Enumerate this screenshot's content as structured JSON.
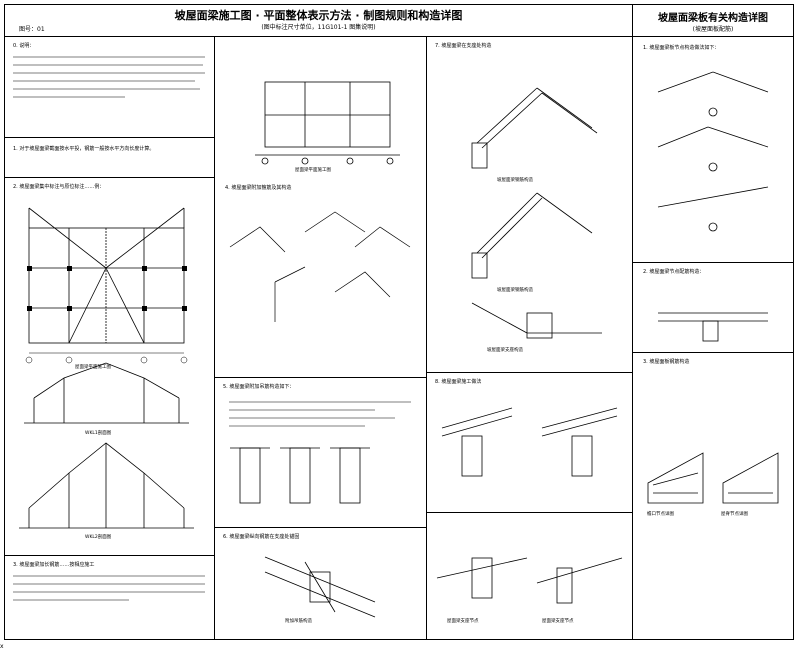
{
  "header": {
    "title": "坡屋面梁施工图 · 平面整体表示方法 · 制图规则和构造详图",
    "subtitle": "(图中标注尺寸单位，11G101-1 图集说明)",
    "sheet_no": "图号：01"
  },
  "right_header": {
    "title": "坡屋面梁板有关构造详图",
    "subtitle": "(坡屋面板配筋)"
  },
  "notes": {
    "n0": "0. 说明：",
    "n1": "1. 对于坡屋面梁截面按水平投，钢筋一般按水平方向长度计算。",
    "n2": "2. 坡屋面梁集中标注与原位标注……例：",
    "n3": "3. 坡屋面梁加长钢筋……按相应施工",
    "n4": "4. 坡屋面梁附加箍筋及其构造",
    "n5": "5. 坡屋面梁附加吊筋构造如下：",
    "n6": "6. 坡屋面梁纵向钢筋在支座处锚固",
    "n7": "7. 坡屋面梁在支座处构造",
    "n8": "8. 坡屋面梁施工做法",
    "r1": "1. 坡屋面梁板节点构造做法如下：",
    "r2": "2. 坡屋面梁节点配筋构造：",
    "r3": "3. 坡屋面板钢筋构造"
  },
  "captions": {
    "plan": "屋面梁平面施工图",
    "elev1": "WKL1剖面图",
    "elev2": "WKL2剖面图",
    "plan2": "屋面梁平面施工图",
    "detail_a": "坡屋面梁钢筋构造",
    "detail_b": "坡屋面梁钢筋构造",
    "detail_c": "坡屋面梁支座构造",
    "detail_d": "附加吊筋构造",
    "detail_e": "屋面梁支座节点",
    "detail_f": "屋面梁支座节点",
    "r_cap1": "檐口节点详图",
    "r_cap2": "屋脊节点详图"
  },
  "corner_mark": "x"
}
